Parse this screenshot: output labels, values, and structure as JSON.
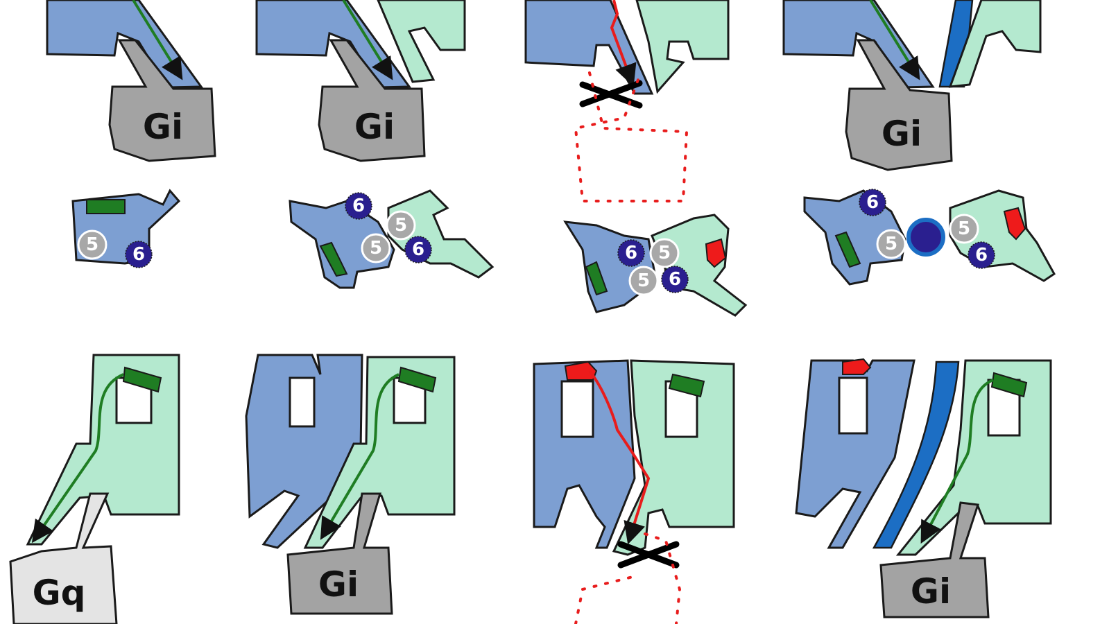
{
  "figure": {
    "gproteins": {
      "gi": "Gi",
      "gq": "Gq"
    },
    "residues": {
      "five": "5",
      "six": "6"
    }
  },
  "colors": {
    "receptor_a": "#7d9fd2",
    "receptor_b": "#b4e9cf",
    "gi_protein": "#a3a3a3",
    "gq_protein": "#e4e4e4",
    "ligand": "#1c6ec4",
    "activation_path": "#1f7d23",
    "blocked_path": "#e81c1c",
    "residue_6": "#2a1f8f"
  }
}
